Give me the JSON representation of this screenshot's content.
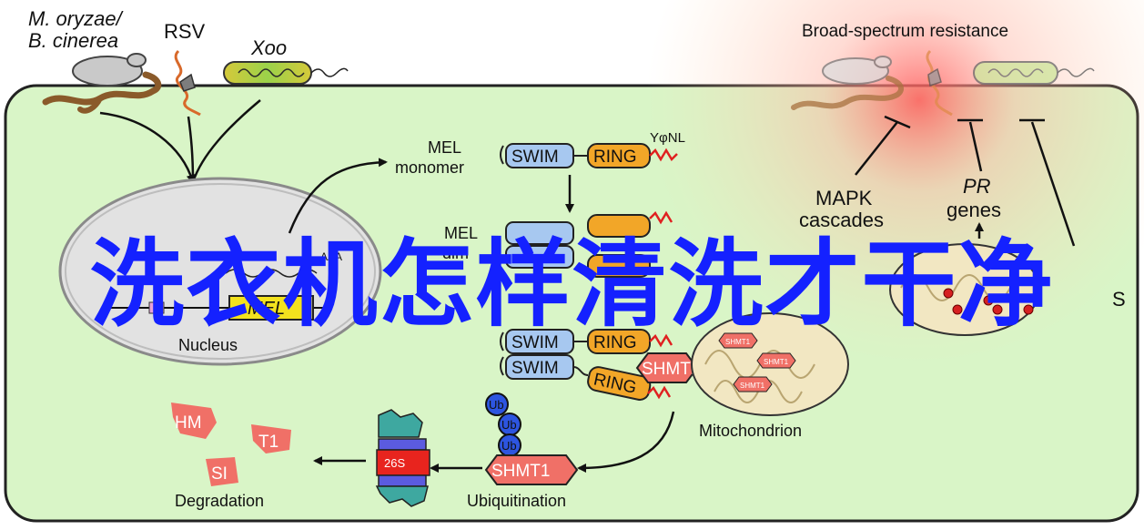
{
  "pathogens": {
    "fungus": [
      "M. oryzae/",
      "B. cinerea"
    ],
    "virus": "RSV",
    "bacterium": "Xoo"
  },
  "resistance_title": "Broad-spectrum resistance",
  "mel_monomer": [
    "MEL",
    "monomer"
  ],
  "mel_dimer_partial": [
    "MEL",
    "dim"
  ],
  "domains": {
    "swim": "SWIM",
    "ring": "RING",
    "motif": "YφNL"
  },
  "gene": {
    "name": "MEL",
    "polya": "AAA"
  },
  "compartments": {
    "nucleus": "Nucleus",
    "mitochondrion": "Mitochondrion"
  },
  "enzyme": "SHMT1",
  "enzyme_small": "SHMT1",
  "fragments": [
    "HM",
    "T1",
    "SI"
  ],
  "ubiquitin": [
    "Ub",
    "Ub",
    "Ub"
  ],
  "proteasome": "26S",
  "processes": {
    "degradation": "Degradation",
    "ubiquitination": "Ubiquitination"
  },
  "mapk": [
    "MAPK",
    "cascades"
  ],
  "pr": [
    "PR",
    "genes"
  ],
  "ros_partial": "S",
  "overlay_text": "洗衣机怎样清洗才干净",
  "colors": {
    "cell_fill": "#d9f5c7",
    "nucleus_fill": "#e2e2e2",
    "swim_fill": "#a7c8f0",
    "ring_fill": "#f2a628",
    "shmt_fill": "#f07067",
    "ub_fill": "#2d55e0",
    "mito_fill": "#f2e7c2",
    "glow": "#ff6a6a",
    "overlay": "#1421ff"
  }
}
